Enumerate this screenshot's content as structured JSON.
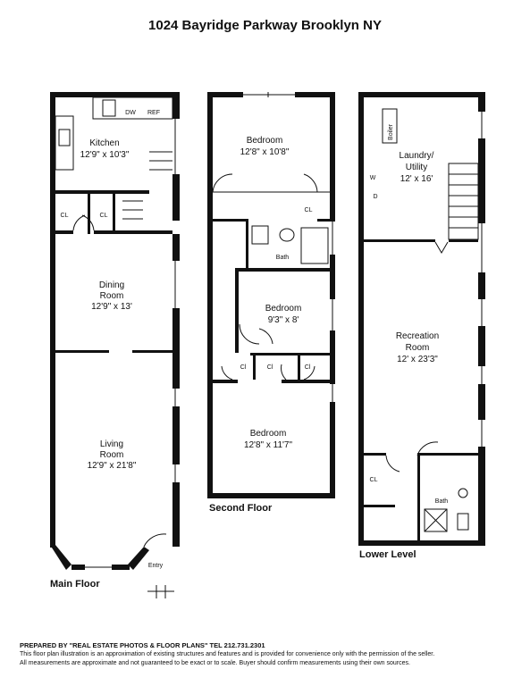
{
  "title": "1024 Bayridge Parkway Brooklyn NY",
  "floors": {
    "main": {
      "label": "Main Floor",
      "kitchen": {
        "name": "Kitchen",
        "dims": "12'9\" x 10'3\""
      },
      "dining": {
        "name1": "Dining",
        "name2": "Room",
        "dims": "12'9\" x 13'"
      },
      "living": {
        "name1": "Living",
        "name2": "Room",
        "dims": "12'9\" x 21'8\""
      },
      "closet_left": "CL",
      "closet_right": "CL",
      "dw": "DW",
      "refrigerator": "REF",
      "entry": "Entry"
    },
    "second": {
      "label": "Second Floor",
      "bedroom_top": {
        "name": "Bedroom",
        "dims": "12'8\" x 10'8\""
      },
      "bedroom_mid": {
        "name": "Bedroom",
        "dims": "9'3\" x 8'"
      },
      "bedroom_bottom": {
        "name": "Bedroom",
        "dims": "12'8\" x 11'7\""
      },
      "bath": "Bath",
      "closet_top": "CL",
      "closet_a": "Cl",
      "closet_b": "Cl",
      "closet_c": "Cl"
    },
    "lower": {
      "label": "Lower Level",
      "laundry": {
        "name1": "Laundry/",
        "name2": "Utility",
        "dims": "12' x 16'"
      },
      "recreation": {
        "name1": "Recreation",
        "name2": "Room",
        "dims": "12' x 23'3\""
      },
      "boiler": "Boiler",
      "washer": "W",
      "dryer": "D",
      "closet": "CL",
      "bath": "Bath"
    }
  },
  "footer": {
    "prepared": "PREPARED BY \"REAL ESTATE PHOTOS & FLOOR PLANS\" TEL 212.731.2301",
    "line1": "This floor plan illustration is an approximation of existing structures and features and is provided for convenience only with the permission of the seller.",
    "line2": "All measurements are approximate and not guaranteed to be exact or to scale. Buyer should confirm measurements using their own sources."
  }
}
